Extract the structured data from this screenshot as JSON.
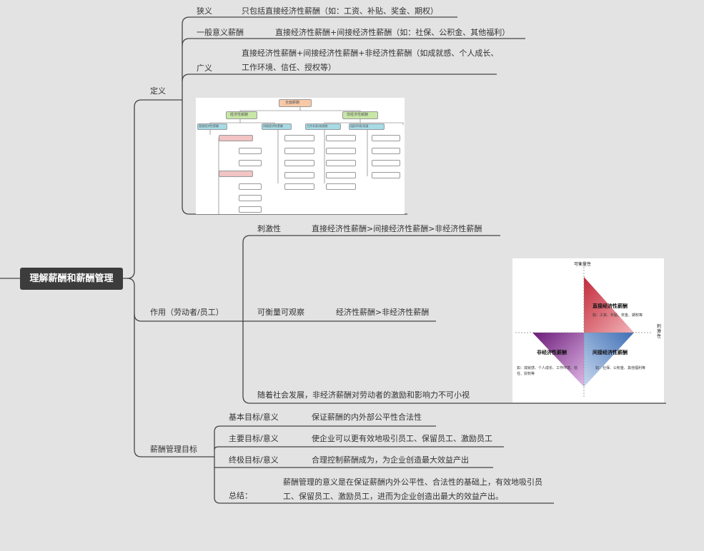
{
  "root": "理解薪酬和薪酬管理",
  "definition": {
    "label": "定义",
    "narrow": {
      "label": "狭义",
      "text": "只包括直接经济性薪酬（如：工资、补贴、奖金、期权）"
    },
    "general": {
      "label": "一般意义薪酬",
      "text": "直接经济性薪酬+间接经济性薪酬（如：社保、公积金、其他福利）"
    },
    "broad": {
      "label": "广义",
      "text": "直接经济性薪酬+间接经济性薪酬+非经济性薪酬（如成就感、个人成长、工作环境、信任、授权等）"
    },
    "org_chart": {
      "top": "全面薪酬",
      "left": "经济性薪酬",
      "right": "非经济性薪酬",
      "l2": [
        "直接经济性薪酬",
        "间接经济性薪酬",
        "工作本身/成就感",
        "组织环境/发展"
      ]
    }
  },
  "function": {
    "label": "作用（劳动者/员工）",
    "stimulate": {
      "label": "刺激性",
      "text": "直接经济性薪酬>间接经济性薪酬>非经济性薪酬"
    },
    "measurable": {
      "label": "可衡量可观察",
      "text": "经济性薪酬>非经济性薪酬"
    },
    "note": "随着社会发展，非经济薪酬对劳动者的激励和影响力不可小视",
    "quad": {
      "y_axis": "可衡量性",
      "x_axis": "刺激性",
      "direct": {
        "title": "直接经济性薪酬",
        "desc": "如：工资、补贴、奖金、期权等"
      },
      "indirect": {
        "title": "间接经济性薪酬",
        "desc": "如：社保、公积金、其他福利等"
      },
      "nonecon": {
        "title": "非经济性薪酬",
        "desc": "如：成就感、个人成长、工作环境、信任、授权等"
      },
      "colors": {
        "direct": "#d9646e",
        "indirect": "#6f95c8",
        "nonecon": "#8e3a9a"
      }
    }
  },
  "goals": {
    "label": "薪酬管理目标",
    "basic": {
      "label": "基本目标/意义",
      "text": "保证薪酬的内外部公平性合法性"
    },
    "main": {
      "label": "主要目标/意义",
      "text": "使企业可以更有效地吸引员工、保留员工、激励员工"
    },
    "ultimate": {
      "label": "终极目标/意义",
      "text": "合理控制薪酬成为，为企业创造最大效益产出"
    },
    "summary": {
      "label": "总结：",
      "text": "薪酬管理的意义是在保证薪酬内外公平性、合法性的基础上，有效地吸引员工、保留员工、激励员工，进而为企业创造出最大的效益产出。"
    }
  }
}
